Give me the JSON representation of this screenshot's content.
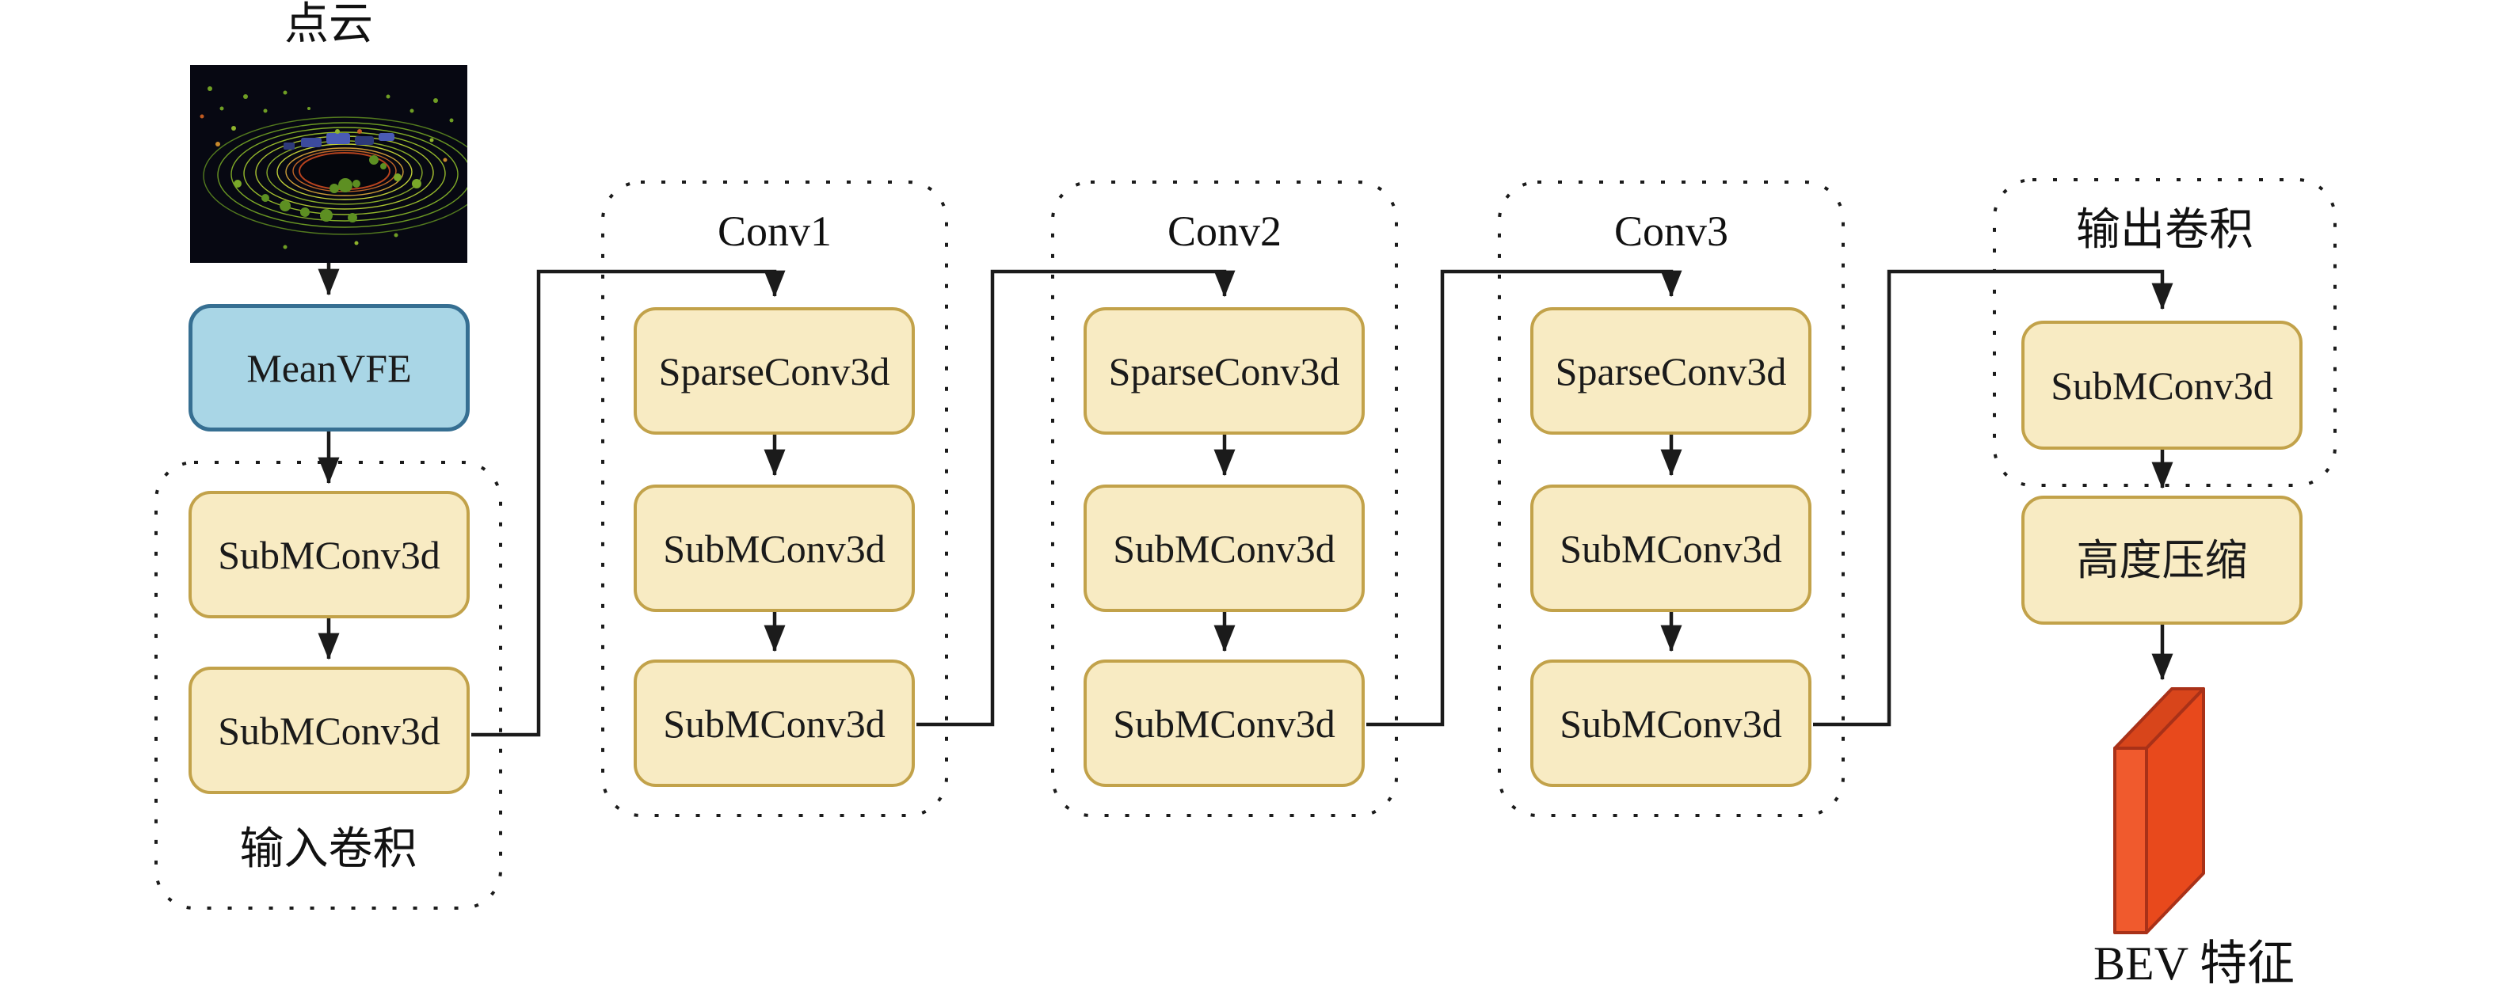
{
  "pipeline": {
    "source": {
      "label": "点云"
    },
    "meanvfe": {
      "label": "MeanVFE"
    },
    "groups": [
      {
        "name": "input",
        "caption": "输入卷积",
        "caption_position": "bottom",
        "boxes": [
          "SubMConv3d",
          "SubMConv3d"
        ]
      },
      {
        "name": "conv1",
        "caption": "Conv1",
        "caption_position": "top",
        "boxes": [
          "SparseConv3d",
          "SubMConv3d",
          "SubMConv3d"
        ]
      },
      {
        "name": "conv2",
        "caption": "Conv2",
        "caption_position": "top",
        "boxes": [
          "SparseConv3d",
          "SubMConv3d",
          "SubMConv3d"
        ]
      },
      {
        "name": "conv3",
        "caption": "Conv3",
        "caption_position": "top",
        "boxes": [
          "SparseConv3d",
          "SubMConv3d",
          "SubMConv3d"
        ]
      },
      {
        "name": "output",
        "caption": "输出卷积",
        "caption_position": "top",
        "boxes": [
          "SubMConv3d"
        ]
      }
    ],
    "post": {
      "height_compression": "高度压缩",
      "bev_feature": "BEV 特征"
    }
  },
  "colors": {
    "node_fill": "#F8EBC3",
    "node_border": "#C2A24A",
    "vfe_fill": "#A9D6E6",
    "vfe_border": "#366F92",
    "connector": "#1B1B1B",
    "group_border": "#1B1B1B",
    "slab_front": "#F05A2D",
    "slab_side": "#E8491C",
    "slab_top": "#D8451B",
    "slab_edge": "#A93118"
  }
}
